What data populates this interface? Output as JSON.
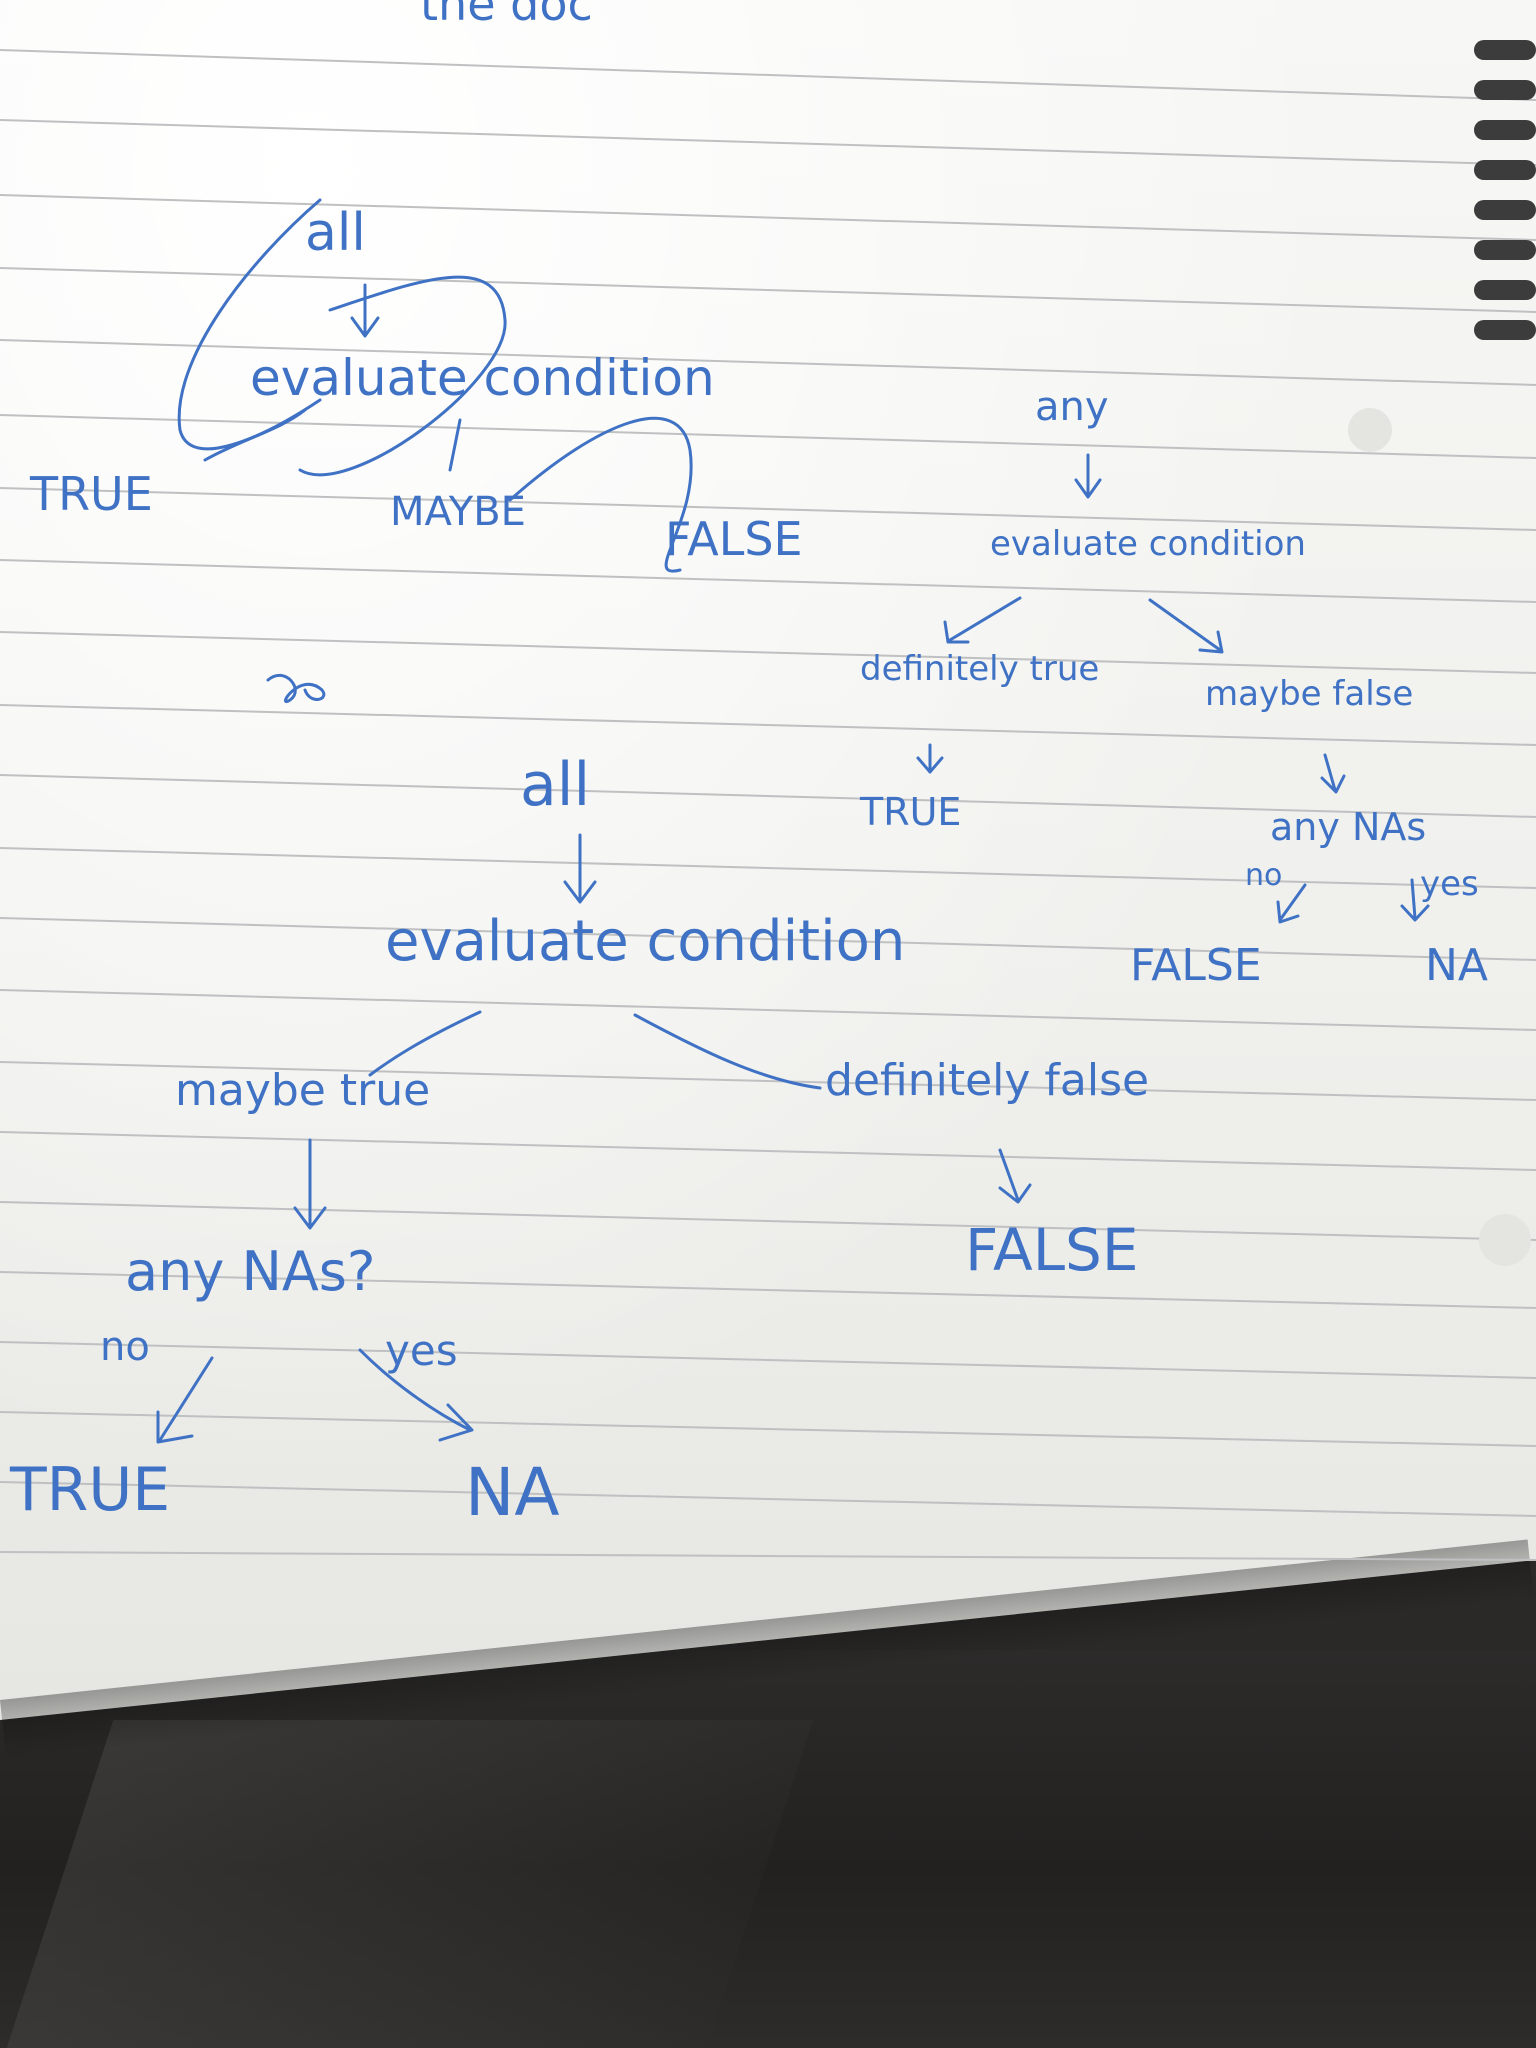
{
  "top_scribble": "the doc",
  "first_diagram": {
    "start": "all",
    "step": "evaluate condition",
    "outcomes": [
      "TRUE",
      "MAYBE",
      "FALSE"
    ]
  },
  "any_diagram": {
    "start": "any",
    "step": "evaluate condition",
    "branch_left": "definitely true",
    "left_result": "TRUE",
    "branch_right": "maybe false",
    "check": "any NAs",
    "no_label": "no",
    "yes_label": "yes",
    "no_result": "FALSE",
    "yes_result": "NA"
  },
  "all_diagram": {
    "start": "all",
    "step": "evaluate condition",
    "branch_left": "maybe true",
    "branch_right": "definitely false",
    "right_result": "FALSE",
    "check": "any NAs?",
    "no_label": "no",
    "yes_label": "yes",
    "no_result": "TRUE",
    "yes_result": "NA"
  },
  "colors": {
    "ink": "#3f72c4",
    "paper": "#f2f2ef",
    "rule_line": "#bfc0c2",
    "desk": "#262524"
  }
}
